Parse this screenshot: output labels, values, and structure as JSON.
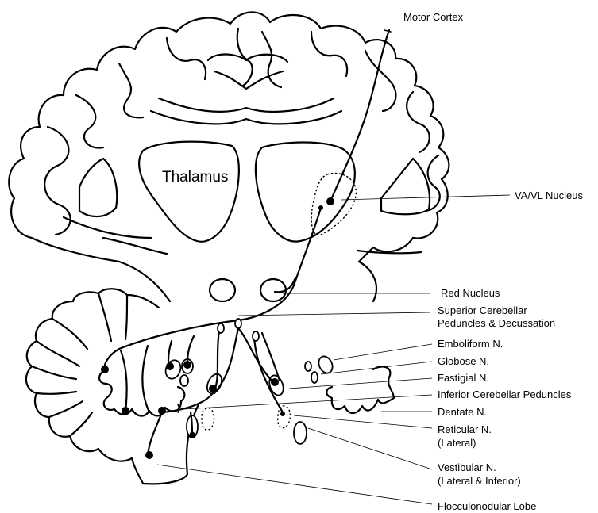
{
  "diagram": {
    "thalamus_label": "Thalamus",
    "labels": [
      "Motor Cortex",
      "VA/VL Nucleus",
      "Red Nucleus",
      "Superior Cerebellar",
      "Peduncles & Decussation",
      "Emboliform N.",
      "Globose N.",
      "Fastigial N.",
      "Inferior Cerebellar Peduncles",
      "Dentate N.",
      "Reticular N.",
      "(Lateral)",
      "Vestibular N.",
      "(Lateral & Inferior)",
      "Flocculonodular Lobe"
    ]
  }
}
